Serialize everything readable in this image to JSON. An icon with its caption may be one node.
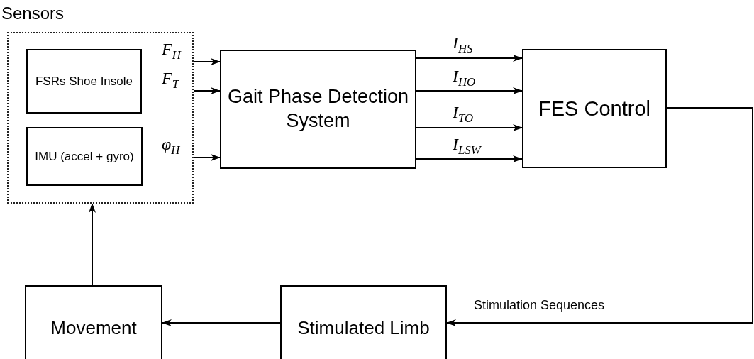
{
  "diagram": {
    "nodes": [
      {
        "text": [
          "Sensors"
        ]
      },
      {
        "text": [
          "FSRs Shoe Insole"
        ],
        "in": 0
      },
      {
        "text": [
          "IMU (accel + gyro)"
        ],
        "in": 0
      },
      {
        "text": [
          "Gait Phase Detection System"
        ]
      },
      {
        "text": [
          "FES Control"
        ]
      },
      {
        "text": [
          "Movement"
        ]
      },
      {
        "text": [
          "Stimulated Limb"
        ]
      }
    ],
    "edges": [
      {
        "from": 1,
        "to": 3,
        "arrow": "to",
        "label": "F$_{H}$"
      },
      {
        "from": 1,
        "to": 3,
        "arrow": "to",
        "label": "F$_{T}$"
      },
      {
        "from": 2,
        "to": 3,
        "arrow": "to",
        "label": "φ$_{H}$"
      },
      {
        "from": 3,
        "to": 4,
        "arrow": "to",
        "label": "I$_{HS}$"
      },
      {
        "from": 3,
        "to": 4,
        "arrow": "to",
        "label": "I$_{HO}$"
      },
      {
        "from": 3,
        "to": 4,
        "arrow": "to",
        "label": "I$_{TO}$"
      },
      {
        "from": 3,
        "to": 4,
        "arrow": "to",
        "label": "I$_{LSW}$"
      },
      {
        "from": 4,
        "to": 6,
        "arrow": "to",
        "label": "Stimulation Sequences"
      },
      {
        "from": 6,
        "to": 5,
        "arrow": "to"
      },
      {
        "from": 5,
        "to": 0,
        "arrow": "to"
      }
    ]
  }
}
